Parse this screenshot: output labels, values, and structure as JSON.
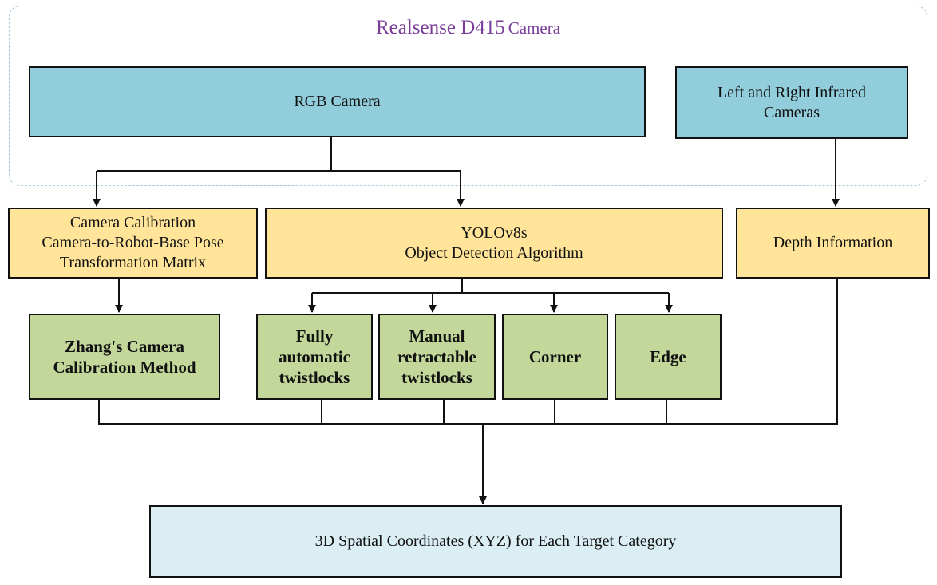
{
  "colors": {
    "camera": "#92cddc",
    "process": "#ffe499",
    "method": "#c4d79b",
    "output": "#daeef3",
    "title": "#7a3d9a",
    "line": "#111111"
  },
  "group": {
    "title_main": "Realsense D415",
    "title_sub": "Camera"
  },
  "camera_row": {
    "rgb": "RGB Camera",
    "infrared": "Left and Right Infrared\nCameras"
  },
  "process_row": {
    "calibration": "Camera Calibration\nCamera-to-Robot-Base Pose\nTransformation Matrix",
    "yolo": "YOLOv8s\nObject Detection Algorithm",
    "depth": "Depth Information"
  },
  "method_row": {
    "zhang": "Zhang's Camera\nCalibration Method",
    "fully_auto": "Fully\nautomatic\ntwistlocks",
    "manual": "Manual\nretractable\ntwistlocks",
    "corner": "Corner",
    "edge": "Edge"
  },
  "output": {
    "coords": "3D Spatial Coordinates (XYZ) for Each Target Category"
  }
}
